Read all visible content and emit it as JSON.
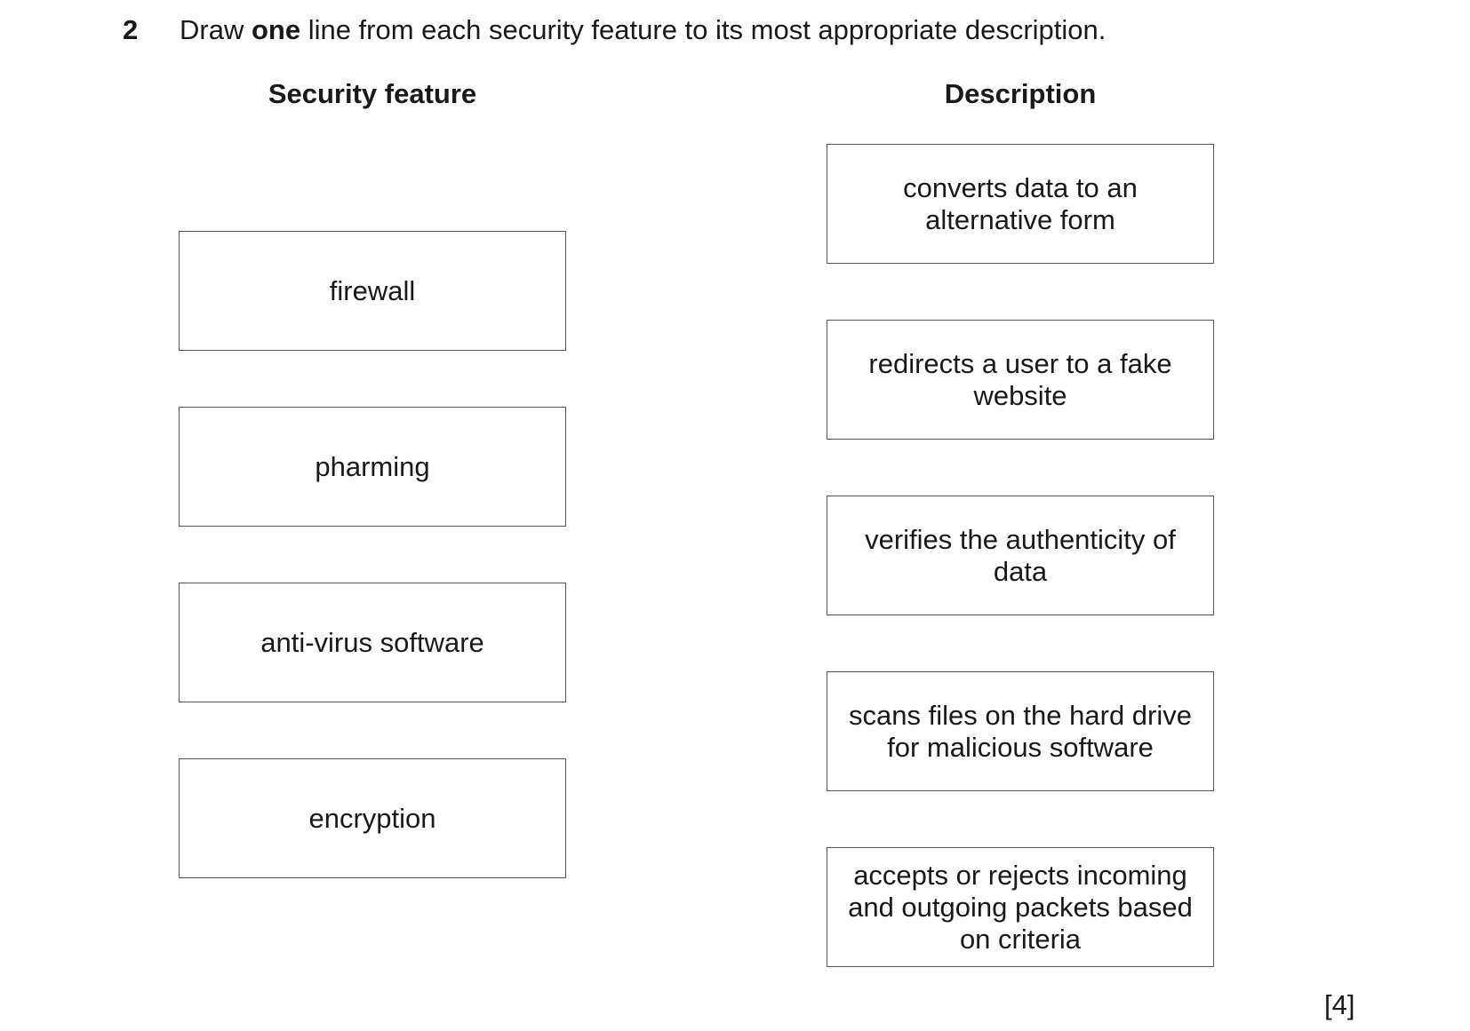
{
  "question": {
    "number": "2",
    "text_before": "Draw ",
    "text_bold": "one",
    "text_after": " line from each security feature to its most appropriate description."
  },
  "headings": {
    "left": "Security feature",
    "right": "Description"
  },
  "features": [
    "firewall",
    "pharming",
    "anti-virus software",
    "encryption"
  ],
  "descriptions": [
    "converts data to an alternative form",
    "redirects a user to a fake website",
    "verifies the authenticity of data",
    "scans files on the hard drive for malicious software",
    "accepts or rejects incoming and outgoing packets based on criteria"
  ],
  "marks": "[4]"
}
